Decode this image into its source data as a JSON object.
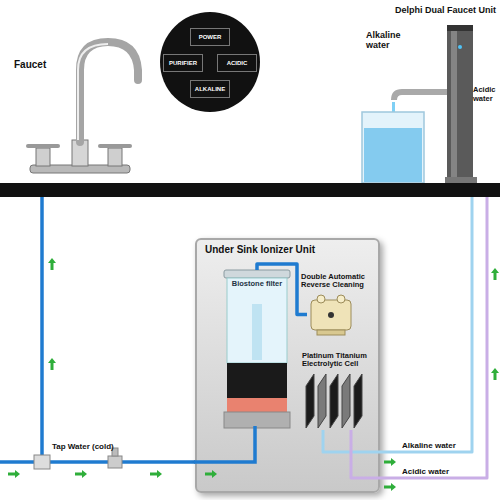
{
  "diagram": {
    "nodes": [
      {
        "text": [
          "Faucet"
        ]
      },
      {
        "text": [
          "POWER",
          "PURIFIER",
          "ACIDIC",
          "ALKALINE"
        ]
      },
      {
        "text": [
          "Delphi Dual Faucet Unit"
        ]
      },
      {
        "text": [
          "Under Sink Ionizer Unit"
        ]
      },
      {
        "text": [
          "Biostone filter"
        ],
        "in": 3
      },
      {
        "text": [
          "Double Automatic Reverse Cleaning"
        ],
        "in": 3
      },
      {
        "text": [
          "Platinum Titanium Electrolytic Cell"
        ],
        "in": 3
      }
    ],
    "edges": [
      {
        "from": 4,
        "to": 5,
        "arrow": "none"
      },
      {
        "from": 6,
        "to": 2,
        "label": "Alkaline water",
        "arrow": "none"
      },
      {
        "from": 6,
        "to": 2,
        "label": "Acidic water",
        "arrow": "none"
      }
    ],
    "labels": [
      "Alkaline water",
      "Acidic water",
      "Tap Water (cold)"
    ]
  }
}
